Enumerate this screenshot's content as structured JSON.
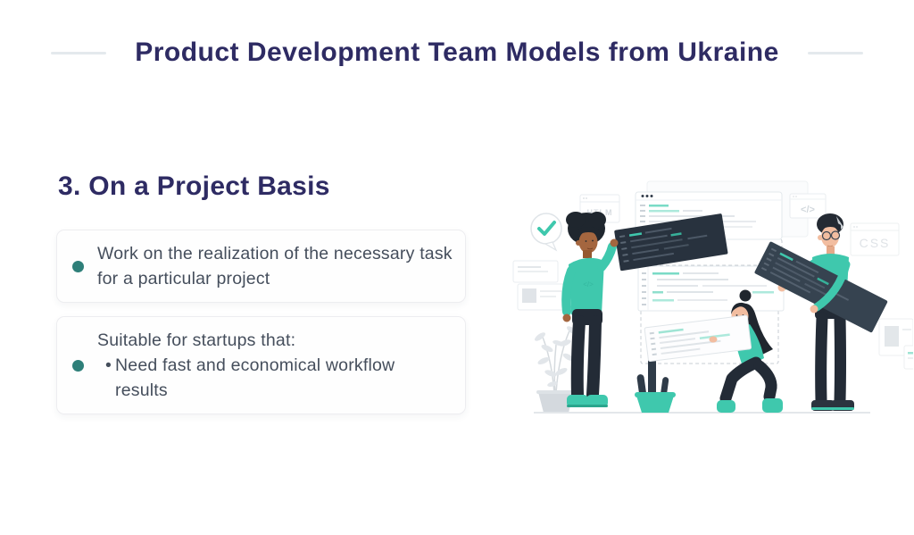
{
  "header": {
    "title": "Product Development Team Models from Ukraine"
  },
  "section": {
    "heading": "3. On a Project Basis",
    "cards": [
      {
        "text": "Work on the realization of the necessary task for a particular project"
      },
      {
        "intro": "Suitable for startups that:",
        "bullet_glyph": "•",
        "sub_text": "Need fast and economical workflow results"
      }
    ]
  },
  "illustration": {
    "description": "three developers assembling web page code blocks",
    "labels": {
      "html_tag": "HTLM",
      "code_tag": "</>",
      "css_tag": "CSS",
      "shirt_print": "</>"
    },
    "colors": {
      "accent_teal": "#3fc8ad",
      "dark_slate_panel": "#28323e",
      "bullet_teal": "#2e7f79",
      "navy_heading": "#2e2b63",
      "body_text": "#454e5c",
      "outline_gray": "#e4e9ed"
    }
  }
}
